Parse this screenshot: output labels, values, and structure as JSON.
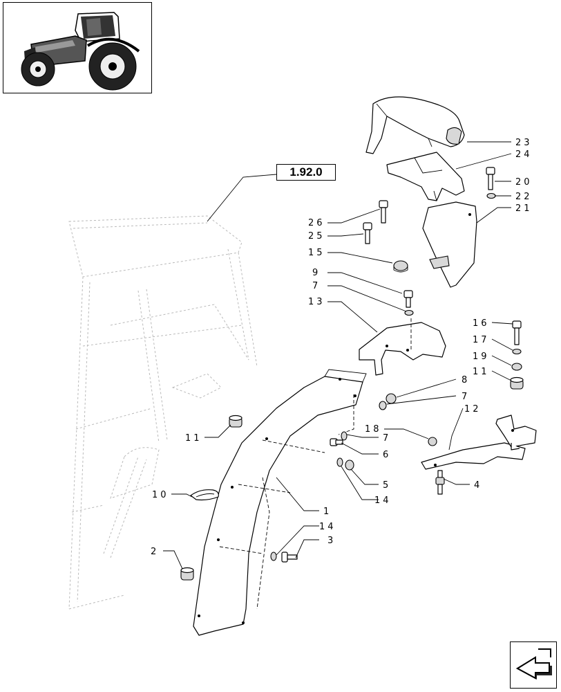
{
  "reference": {
    "section": "1.92.0"
  },
  "callouts": {
    "c1": "1",
    "c2": "2",
    "c3": "3",
    "c4": "4",
    "c5": "5",
    "c6": "6",
    "c7a": "7",
    "c7b": "7",
    "c7c": "7",
    "c8": "8",
    "c9": "9",
    "c10": "10",
    "c11a": "11",
    "c11b": "11",
    "c12": "12",
    "c13": "13",
    "c14a": "14",
    "c14b": "14",
    "c15": "15",
    "c16": "16",
    "c17": "17",
    "c18": "18",
    "c19": "19",
    "c20": "20",
    "c21": "21",
    "c22": "22",
    "c23": "23",
    "c24": "24",
    "c25": "25",
    "c26": "26"
  },
  "icons": {
    "thumbnail": "tractor-icon",
    "navigation": "next-page-arrow-icon"
  }
}
